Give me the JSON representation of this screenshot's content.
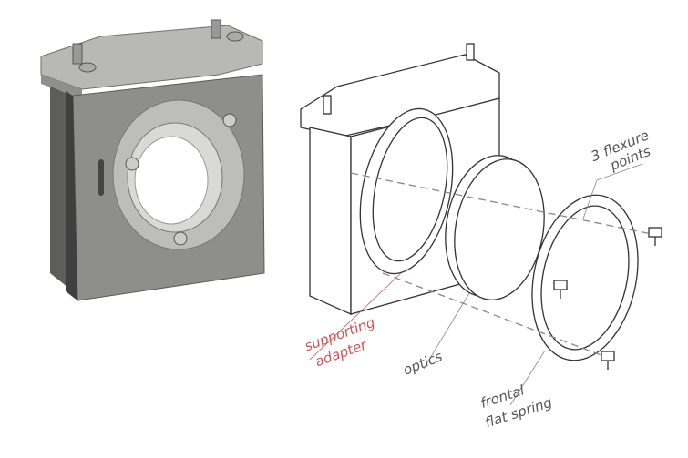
{
  "labels": {
    "supporting_adapter_line1": "supporting",
    "supporting_adapter_line2": "adapter",
    "optics": "optics",
    "flexure_line1": "3 flexure",
    "flexure_line2": "points",
    "spring_line1": "frontal",
    "spring_line2": "flat spring"
  },
  "colors": {
    "highlight_label": "#c9565a",
    "label": "#555555",
    "metal": "#8a8a8a"
  }
}
